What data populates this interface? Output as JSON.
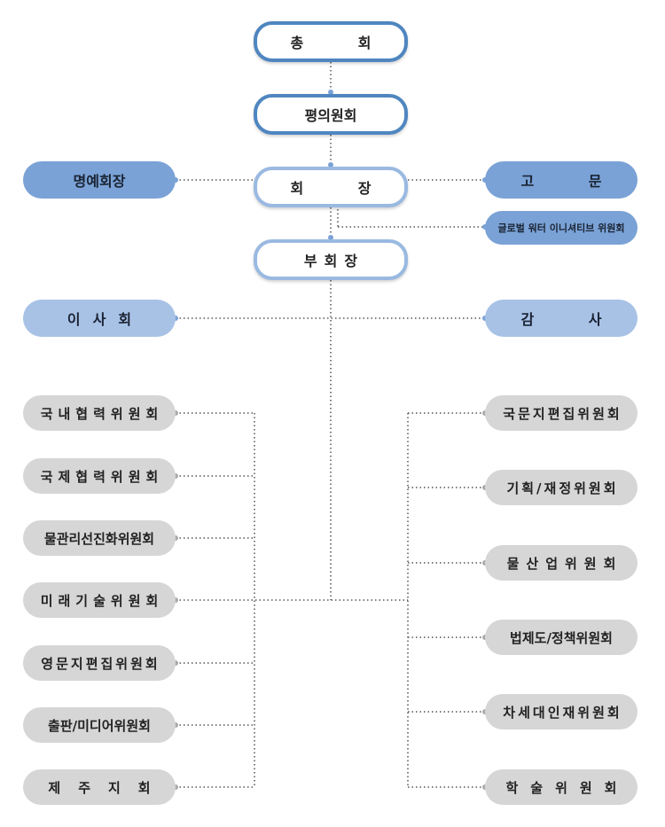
{
  "top": {
    "general": "총 회",
    "council": "평의원회",
    "chairman": "회 장",
    "vice": "부회장"
  },
  "side": {
    "honorary": "명예회장",
    "advisor": "고 문",
    "water_initiative": "글로벌 워터 이니셔티브 위원회",
    "board": "이사회",
    "audit": "감 사"
  },
  "left_committees": [
    "국내협력위원회",
    "국제협력위원회",
    "물관리선진화위원회",
    "미래기술위원회",
    "영문지편집위원회",
    "출판/미디어위원회",
    "제주지회"
  ],
  "right_committees": [
    "국문지편집위원회",
    "기획/재정위원회",
    "물산업위원회",
    "법제도/정책위원회",
    "차세대인재위원회",
    "학술위원회"
  ]
}
